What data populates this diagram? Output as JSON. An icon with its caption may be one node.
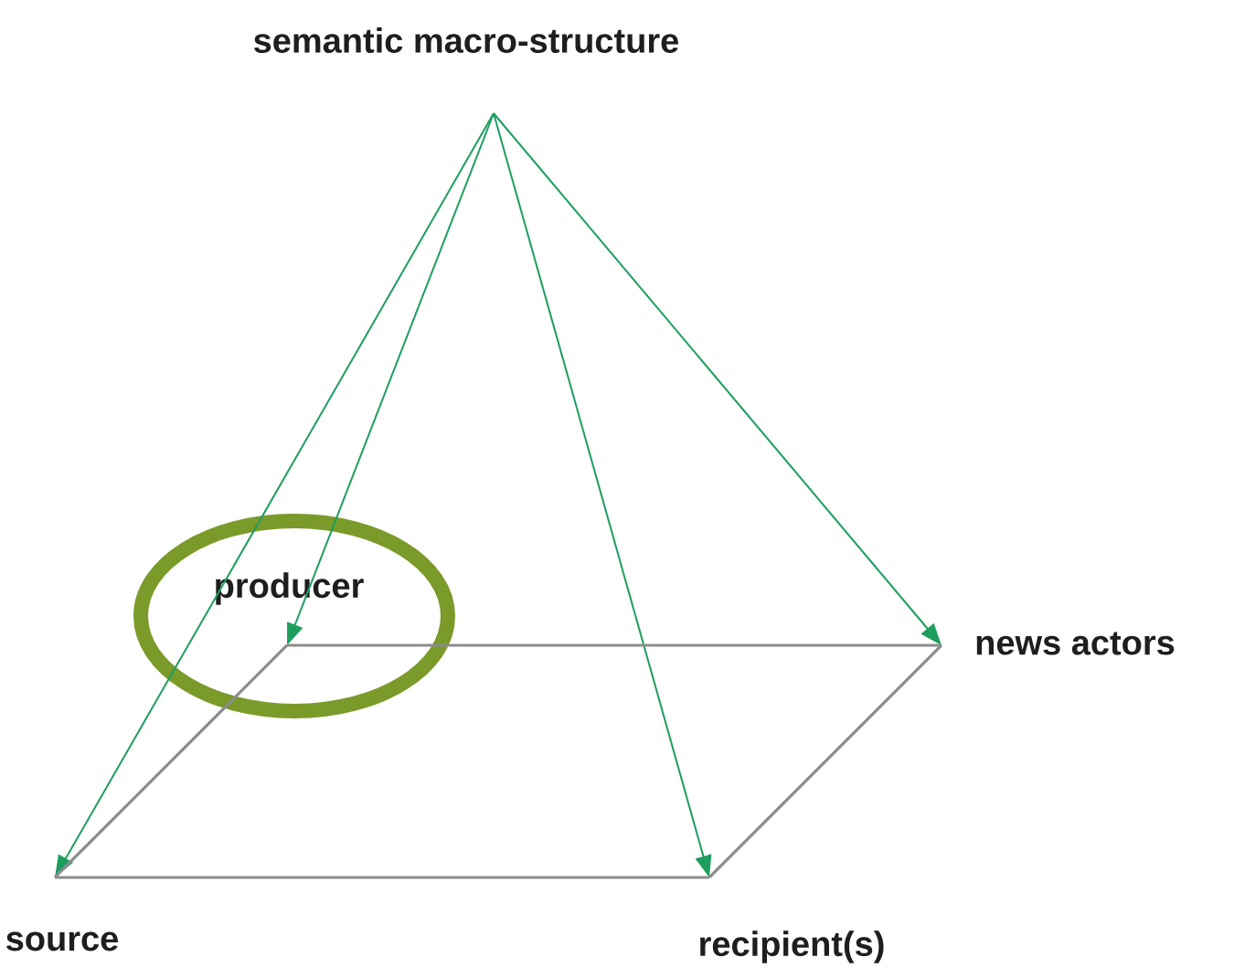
{
  "diagram": {
    "nodes": [
      {
        "text": [
          "semantic macro-structure"
        ]
      },
      {
        "text": [
          "producer"
        ]
      },
      {
        "text": [
          "news actors"
        ]
      },
      {
        "text": [
          "source"
        ]
      },
      {
        "text": [
          "recipient(s)"
        ]
      }
    ],
    "edges": [
      {
        "from": 0,
        "to": 3,
        "arrow": "to"
      },
      {
        "from": 0,
        "to": 1,
        "arrow": "to"
      },
      {
        "from": 0,
        "to": 4,
        "arrow": "to"
      },
      {
        "from": 0,
        "to": 2,
        "arrow": "to"
      },
      {
        "from": 1,
        "to": 2,
        "arrow": "none",
        "color": "#8c8c8c"
      },
      {
        "from": 2,
        "to": 4,
        "arrow": "none",
        "color": "#8c8c8c"
      },
      {
        "from": 4,
        "to": 3,
        "arrow": "none",
        "color": "#8c8c8c"
      },
      {
        "from": 3,
        "to": 1,
        "arrow": "none",
        "color": "#8c8c8c"
      }
    ]
  }
}
